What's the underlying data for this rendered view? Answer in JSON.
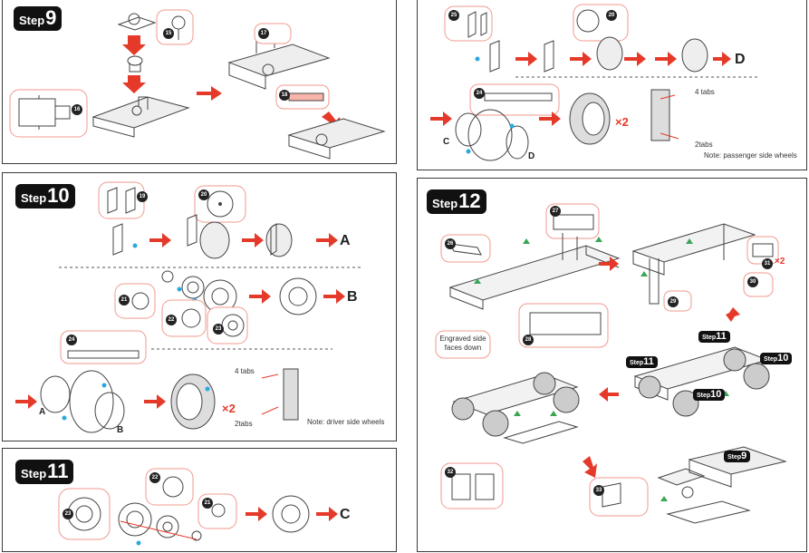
{
  "step9": {
    "word": "Step",
    "number": "9",
    "parts": [
      "16",
      "15",
      "17",
      "18"
    ]
  },
  "step10": {
    "word": "Step",
    "number": "10",
    "parts": [
      "19",
      "20",
      "21",
      "22",
      "23",
      "24"
    ],
    "labels": [
      "A",
      "B"
    ],
    "times": "×2",
    "tabs_top": "4 tabs",
    "tabs_bottom": "2tabs",
    "note": "Note: driver side wheels"
  },
  "step11": {
    "word": "Step",
    "number": "11",
    "parts": [
      "23",
      "22",
      "21"
    ],
    "label": "C"
  },
  "stepR1": {
    "parts": [
      "25",
      "20",
      "24"
    ],
    "label_d": "D",
    "label_c": "C",
    "label_d_small": "D",
    "times": "×2",
    "tabs_top": "4 tabs",
    "tabs_bottom": "2tabs",
    "note": "Note: passenger side wheels"
  },
  "step12": {
    "word": "Step",
    "number": "12",
    "parts": [
      "26",
      "27",
      "28",
      "29",
      "30",
      "31",
      "32",
      "33"
    ],
    "engraved": "Engraved side faces down",
    "times": "×2",
    "sub_badges": [
      {
        "word": "Step",
        "number": "11"
      },
      {
        "word": "Step",
        "number": "11"
      },
      {
        "word": "Step",
        "number": "10"
      },
      {
        "word": "Step",
        "number": "10"
      },
      {
        "word": "Step",
        "number": "9"
      }
    ]
  },
  "colors": {
    "arrow": "#e53a2a",
    "callout": "#f19a8e",
    "dot": "#29a9e0",
    "tri": "#3aa655"
  }
}
